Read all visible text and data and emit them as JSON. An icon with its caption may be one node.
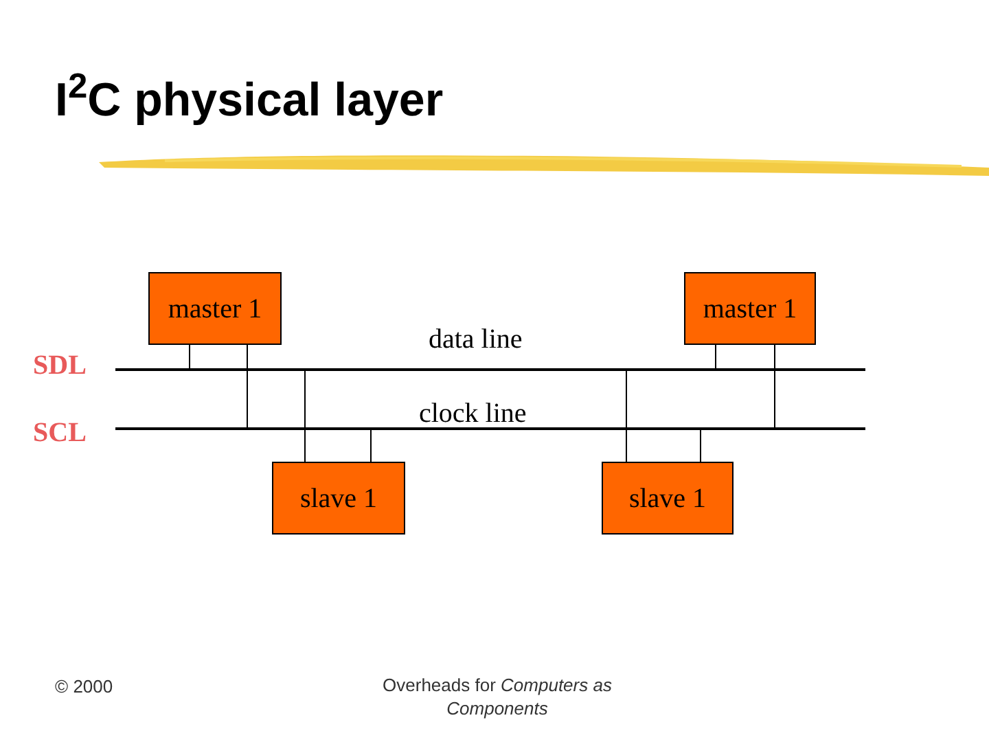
{
  "diagram": {
    "title": "I$^{2}$C physical layer",
    "nodes": [
      {
        "text": [
          "master 1"
        ]
      },
      {
        "text": [
          "master 1"
        ]
      },
      {
        "text": [
          "slave 1"
        ]
      },
      {
        "text": [
          "slave 1"
        ]
      },
      {
        "text": [],
        "shape": "bar",
        "beside": [
          "SDL",
          "data line"
        ]
      },
      {
        "text": [],
        "shape": "bar",
        "beside": [
          "SCL",
          "clock line"
        ]
      }
    ],
    "edges": [
      {
        "from": 0,
        "to": 4,
        "arrow": "none"
      },
      {
        "from": 0,
        "to": 5,
        "arrow": "none"
      },
      {
        "from": 1,
        "to": 4,
        "arrow": "none"
      },
      {
        "from": 1,
        "to": 5,
        "arrow": "none"
      },
      {
        "from": 2,
        "to": 4,
        "arrow": "none"
      },
      {
        "from": 2,
        "to": 5,
        "arrow": "none"
      },
      {
        "from": 3,
        "to": 4,
        "arrow": "none"
      },
      {
        "from": 3,
        "to": 5,
        "arrow": "none"
      }
    ],
    "labels": [
      "© 2000",
      "Overheads for *Computers as Components*"
    ]
  }
}
